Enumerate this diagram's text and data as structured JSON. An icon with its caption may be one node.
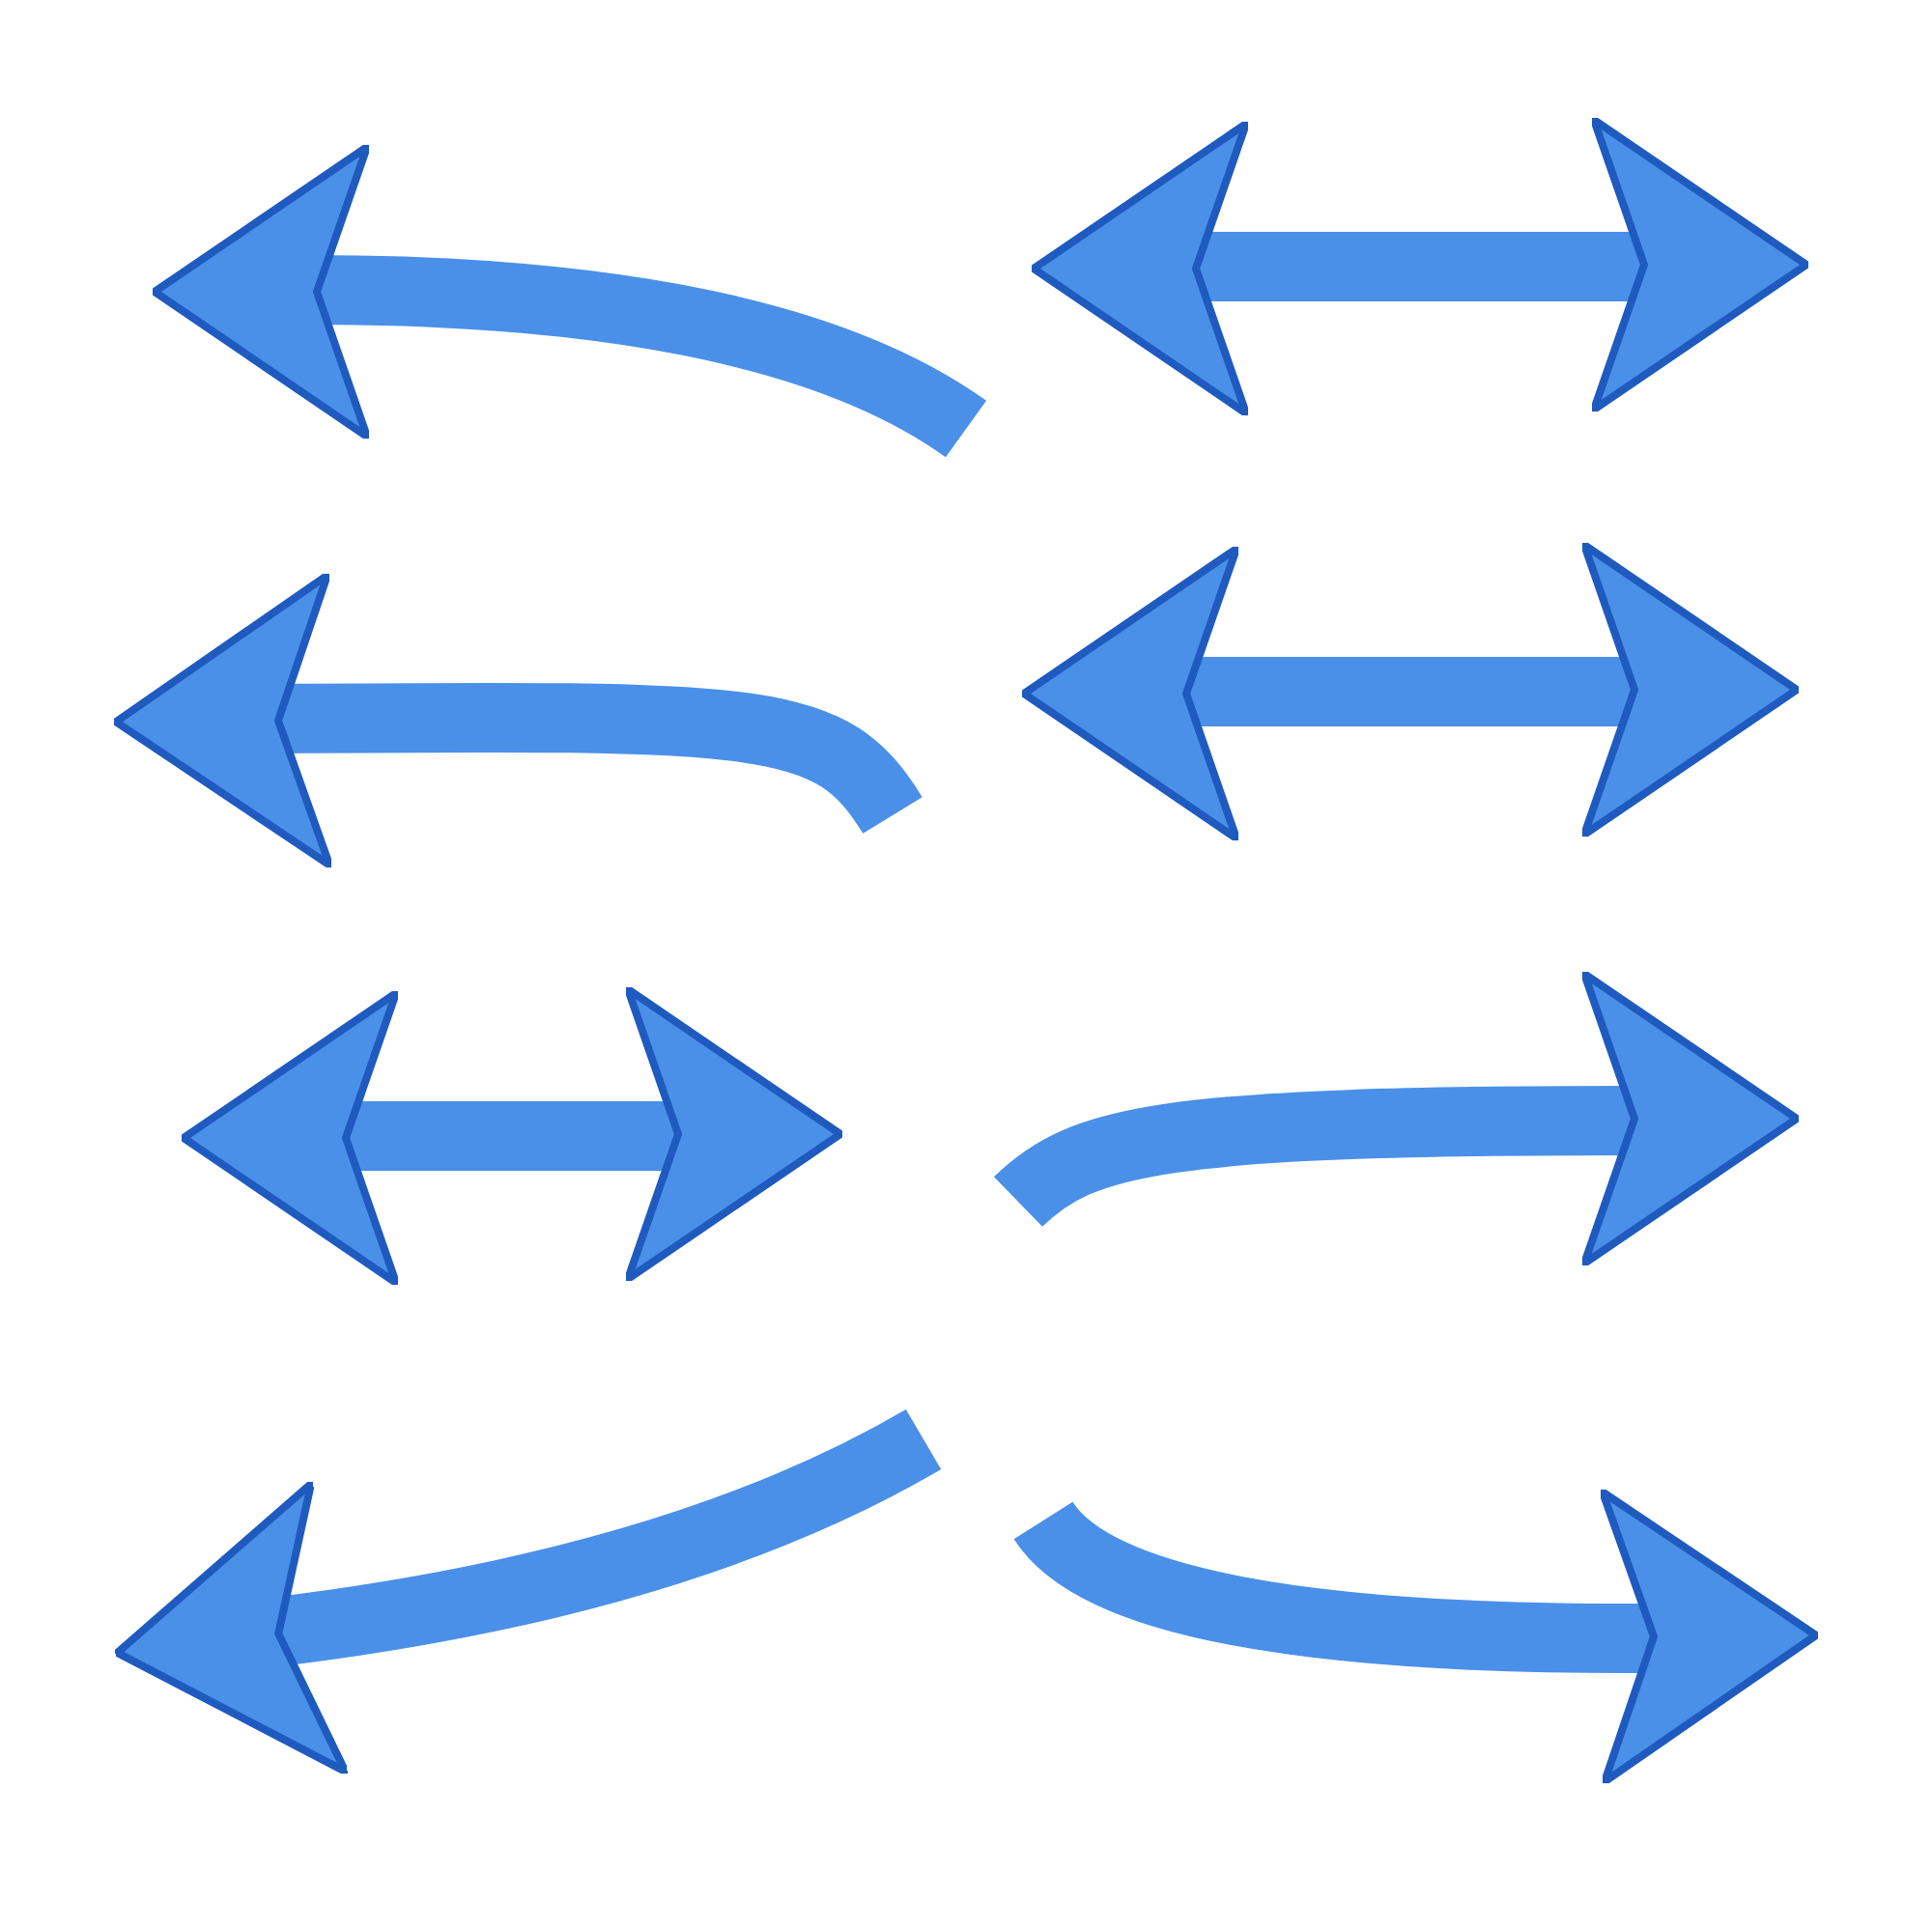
{
  "diagram": {
    "nodes": [
      {
        "text": [],
        "shape": "arrow"
      },
      {
        "text": [],
        "shape": "double-arrow"
      },
      {
        "text": [],
        "shape": "arrow"
      },
      {
        "text": [],
        "shape": "double-arrow"
      },
      {
        "text": [],
        "shape": "double-arrow"
      },
      {
        "text": [],
        "shape": "arrow"
      },
      {
        "text": [],
        "shape": "arrow"
      },
      {
        "text": [],
        "shape": "arrow"
      }
    ]
  }
}
